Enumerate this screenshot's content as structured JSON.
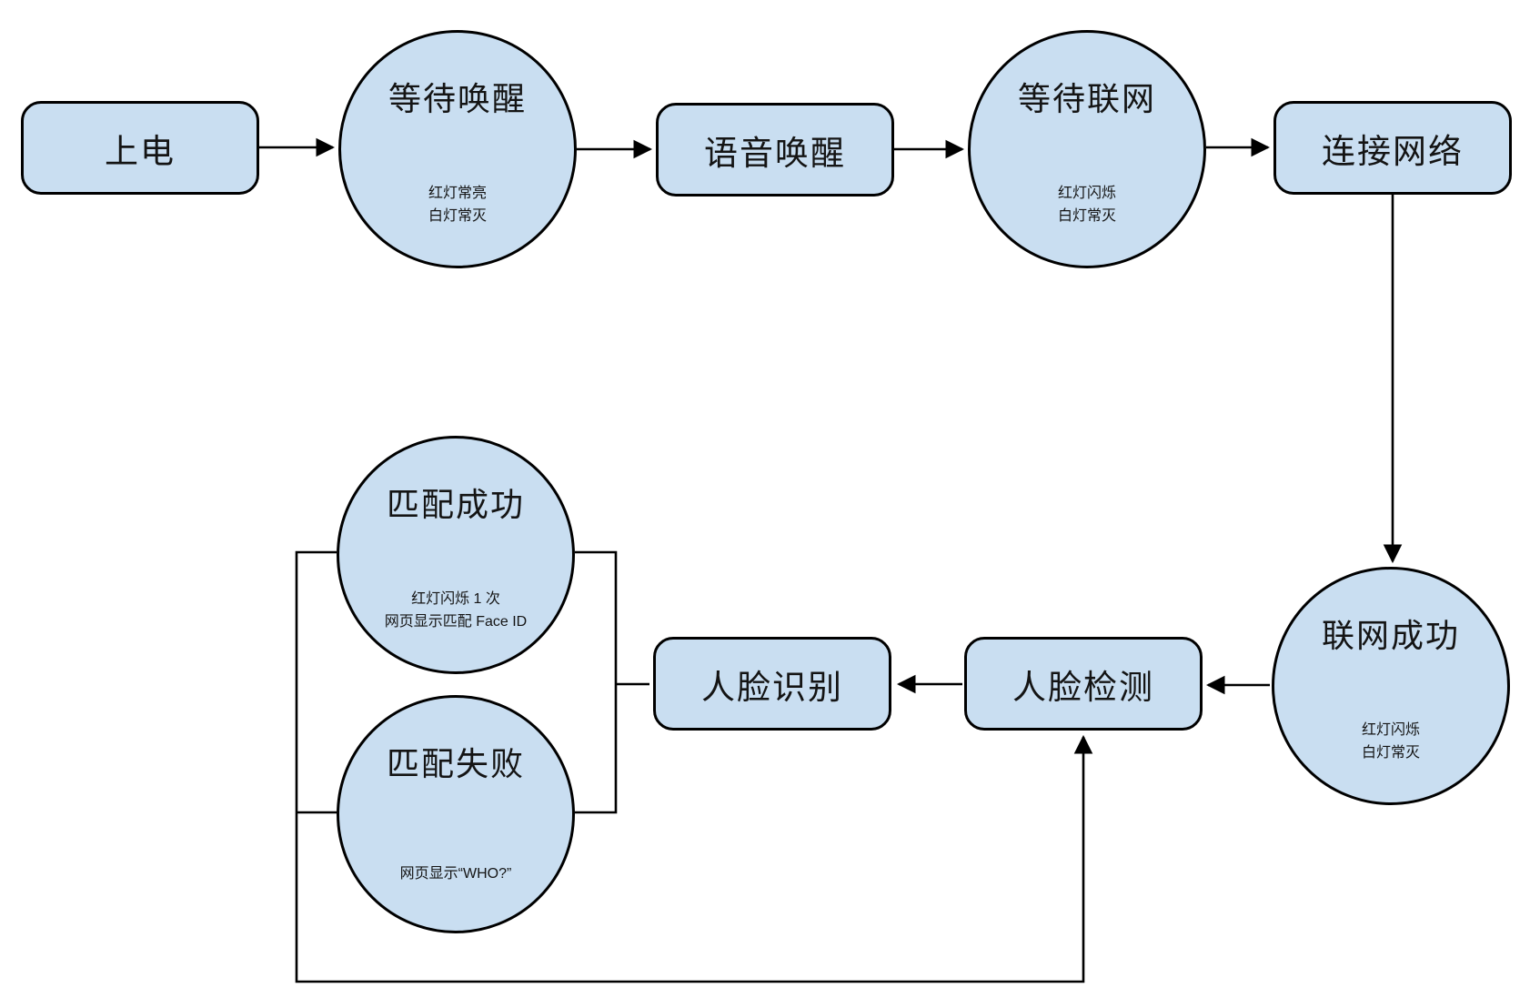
{
  "diagram": {
    "background_color": "#ffffff",
    "node_fill_color": "#c9def1",
    "node_border_color": "#000000",
    "line_color": "#000000",
    "nodes": {
      "power_on": {
        "label": "上电"
      },
      "wait_wake": {
        "label": "等待唤醒",
        "note1": "红灯常亮",
        "note2": "白灯常灭"
      },
      "voice_wake": {
        "label": "语音唤醒"
      },
      "wait_network": {
        "label": "等待联网",
        "note1": "红灯闪烁",
        "note2": "白灯常灭"
      },
      "connect_network": {
        "label": "连接网络"
      },
      "network_success": {
        "label": "联网成功",
        "note1": "红灯闪烁",
        "note2": "白灯常灭"
      },
      "face_detect": {
        "label": "人脸检测"
      },
      "face_recognize": {
        "label": "人脸识别"
      },
      "match_success": {
        "label": "匹配成功",
        "note1": "红灯闪烁 1 次",
        "note2": "网页显示匹配 Face ID"
      },
      "match_fail": {
        "label": "匹配失败",
        "note1": "网页显示“WHO?”"
      }
    }
  }
}
